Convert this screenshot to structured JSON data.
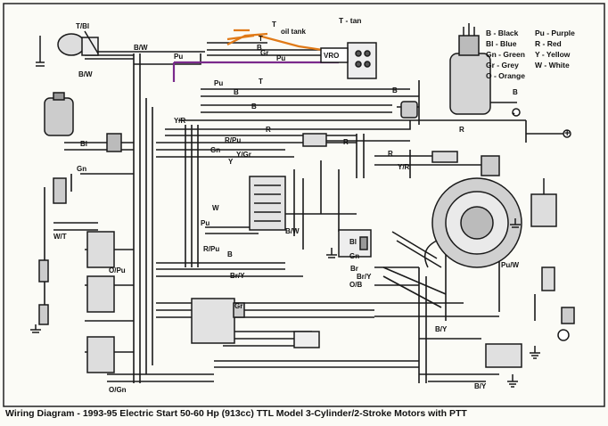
{
  "legend": {
    "top_note": "T - tan",
    "left_col": [
      "B - Black",
      "Bl - Blue",
      "Gn - Green",
      "Gr - Grey",
      "O - Orange"
    ],
    "right_col": [
      "Pu - Purple",
      "R - Red",
      "Y - Yellow",
      "W - White"
    ]
  },
  "labels": {
    "oil_tank": "oil tank",
    "vro": "VRO",
    "tbl": "T/Bl",
    "bw_key": "B/W",
    "bw_top": "B/W",
    "pu_1": "Pu",
    "pu_2": "Pu",
    "pu_3": "Pu",
    "pu_4": "Pu",
    "t_1": "T",
    "t_2": "T",
    "t_3": "T",
    "b_1": "B",
    "b_2": "B",
    "b_3": "B",
    "b_4": "B",
    "b_5": "B",
    "b_6": "B",
    "gr_1": "Gr",
    "r_1": "R",
    "r_2": "R",
    "r_3": "R",
    "r_4": "R",
    "yr_1": "Y/R",
    "yr_2": "Y/R",
    "rpu_1": "R/Pu",
    "rpu_2": "R/Pu",
    "bl_1": "Bl",
    "bl_2": "Bl",
    "gn_1": "Gn",
    "gn_2": "Gn",
    "gn_3": "Gn",
    "ygr": "Y/Gr",
    "y_1": "Y",
    "w_1": "W",
    "wt": "W/T",
    "opu": "O/Pu",
    "ogn": "O/Gn",
    "bw_2": "B/W",
    "br_1": "Br",
    "bry_1": "Br/Y",
    "bry_2": "Br/Y",
    "ob": "O/B",
    "by_1": "B/Y",
    "by_2": "B/Y",
    "puw": "Pu/W",
    "gr_2": "Gr",
    "plus": "+",
    "minus": "-"
  },
  "caption": "Wiring Diagram - 1993-95 Electric Start 50-60 Hp (913cc) TTL Model 3-Cylinder/2-Stroke Motors with PTT",
  "colors": {
    "wire": "#1a1a1a",
    "purple_wire": "#7a2a8c",
    "orange_wire": "#e07a18",
    "paper": "#fbfbf6"
  }
}
